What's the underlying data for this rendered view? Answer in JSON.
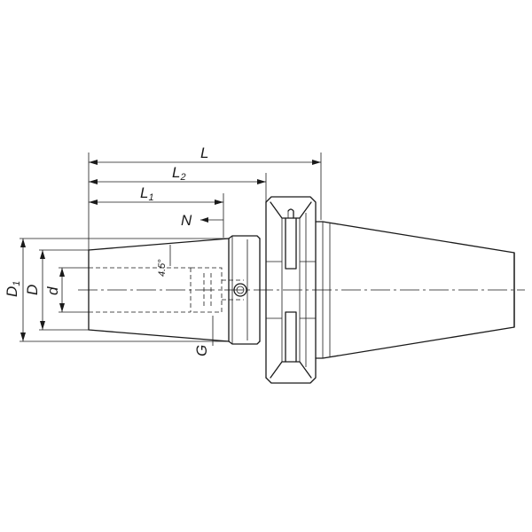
{
  "labels": {
    "L": "L",
    "L2_main": "L",
    "L2_sub": "2",
    "L1_main": "L",
    "L1_sub": "1",
    "N": "N",
    "D1_main": "D",
    "D1_sub": "1",
    "D": "D",
    "d": "d",
    "G": "G",
    "angle": "4.5°"
  }
}
